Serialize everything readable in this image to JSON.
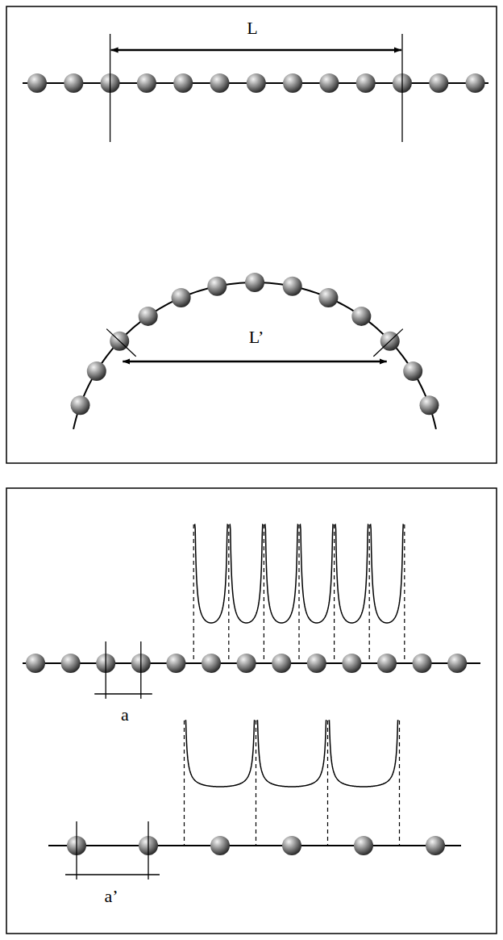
{
  "diagram": {
    "labels": [
      "L",
      "L’",
      "a",
      "a’"
    ]
  }
}
